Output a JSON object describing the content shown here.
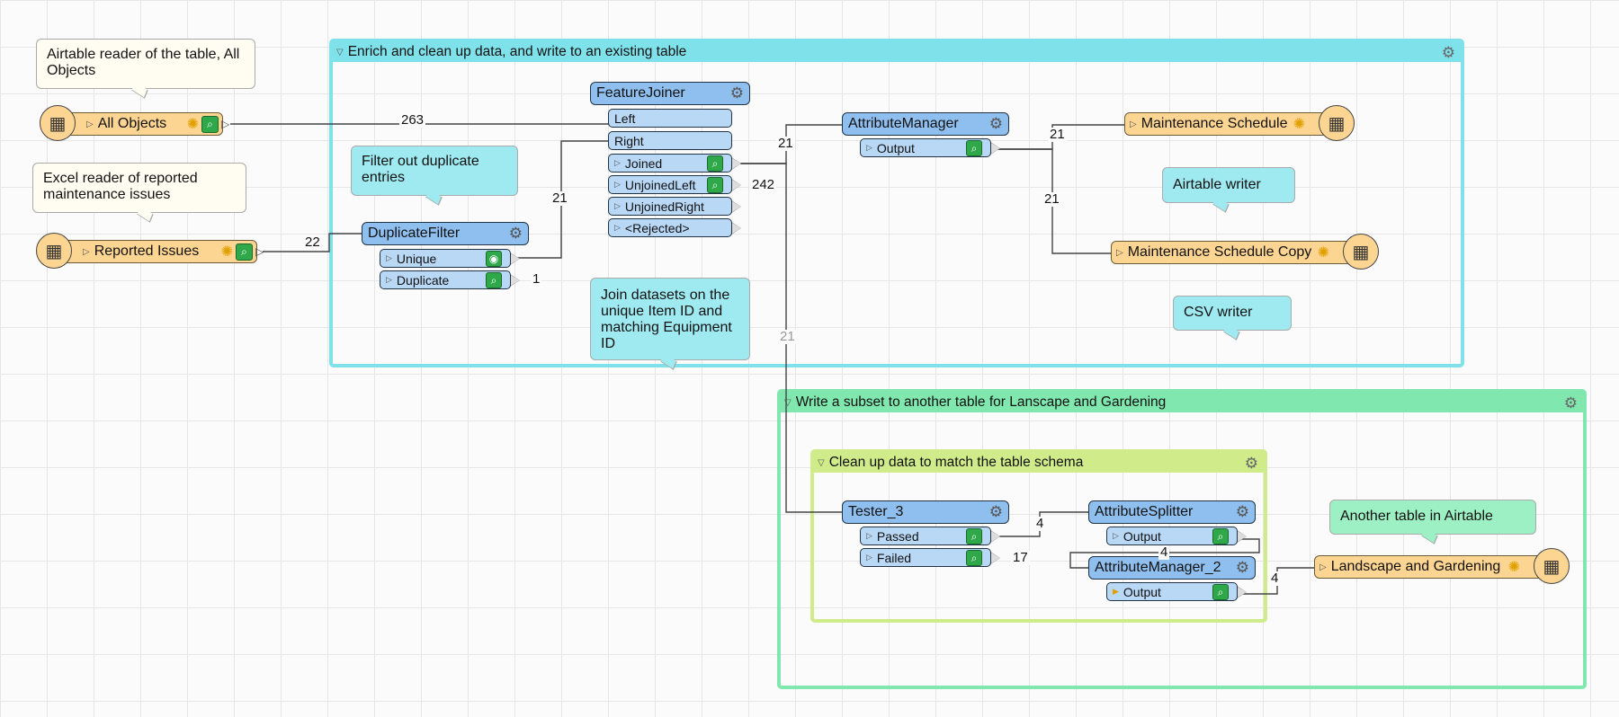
{
  "bookmarks": {
    "enrich": {
      "title": "Enrich and clean up data, and write to an existing table"
    },
    "subset": {
      "title": "Write a subset to another table for Lanscape and Gardening"
    },
    "cleanup": {
      "title": "Clean up data to match the table schema"
    }
  },
  "annotations": {
    "airtable_reader": "Airtable reader of the table, All Objects",
    "excel_reader": "Excel reader of reported maintenance issues",
    "filter_dup": "Filter out duplicate entries",
    "join": "Join datasets on the unique Item ID and matching Equipment ID",
    "airtable_writer": "Airtable writer",
    "csv_writer": "CSV writer",
    "another_table": "Another table in Airtable"
  },
  "readers": {
    "all_objects": "All Objects",
    "reported_issues": "Reported Issues"
  },
  "writers": {
    "maint": "Maintenance Schedule",
    "maint_copy": "Maintenance Schedule Copy",
    "landscape": "Landscape and Gardening"
  },
  "transformers": {
    "duplicate_filter": {
      "name": "DuplicateFilter",
      "ports": [
        "Unique",
        "Duplicate"
      ]
    },
    "feature_joiner": {
      "name": "FeatureJoiner",
      "inputs": [
        "Left",
        "Right"
      ],
      "ports": [
        "Joined",
        "UnjoinedLeft",
        "UnjoinedRight",
        "<Rejected>"
      ]
    },
    "attribute_manager": {
      "name": "AttributeManager",
      "ports": [
        "Output"
      ]
    },
    "tester": {
      "name": "Tester_3",
      "ports": [
        "Passed",
        "Failed"
      ]
    },
    "attribute_splitter": {
      "name": "AttributeSplitter",
      "ports": [
        "Output"
      ]
    },
    "attribute_manager_2": {
      "name": "AttributeManager_2",
      "ports": [
        "Output"
      ]
    }
  },
  "counts": {
    "all_objects": "263",
    "reported": "22",
    "unique": "21",
    "duplicate": "1",
    "joined_to_am": "21",
    "unjoined_left": "242",
    "am_to_maint": "21",
    "am_to_copy": "21",
    "joined_to_tester": "21",
    "passed": "4",
    "failed": "17",
    "splitter_out": "4",
    "am2_out": "4"
  }
}
